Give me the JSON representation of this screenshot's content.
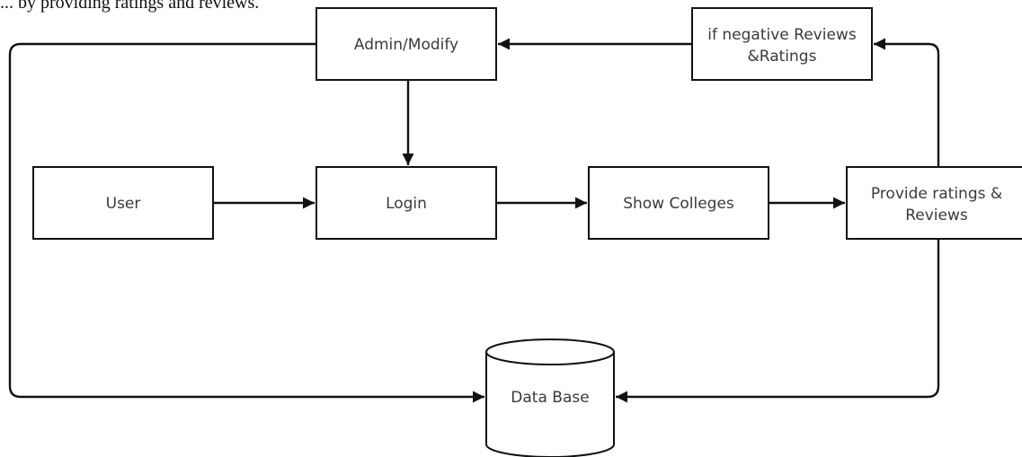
{
  "header": {
    "text": "... by providing ratings and reviews."
  },
  "nodes": {
    "admin": {
      "label": "Admin/Modify"
    },
    "negative": {
      "label_line1": "if negative Reviews",
      "label_line2": "&Ratings"
    },
    "user": {
      "label": "User"
    },
    "login": {
      "label": "Login"
    },
    "show": {
      "label": "Show Colleges"
    },
    "provide": {
      "label_line1": "Provide ratings &",
      "label_line2": "Reviews"
    },
    "database": {
      "label": "Data Base"
    }
  },
  "colors": {
    "stroke": "#111111",
    "text": "#3a3a3a",
    "background": "#ffffff"
  }
}
